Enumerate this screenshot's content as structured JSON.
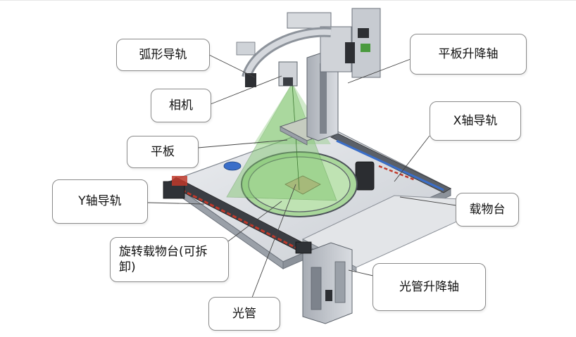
{
  "labels": {
    "arc_rail": "弧形导轨",
    "plate_lift_axis": "平板升降轴",
    "camera": "相机",
    "x_rail": "X轴导轨",
    "plate": "平板",
    "y_rail": "Y轴导轨",
    "stage": "载物台",
    "rotary_stage_line1": "旋转载物台(可拆",
    "rotary_stage_line2": "卸)",
    "tube_lift_axis": "光管升降轴",
    "light_tube": "光管"
  },
  "colors": {
    "beam_green": "#7cc46a",
    "rail_red": "#c0392b",
    "rail_blue": "#3a6ec9",
    "metal": "#b9bec6",
    "dark_metal": "#6d737c"
  }
}
